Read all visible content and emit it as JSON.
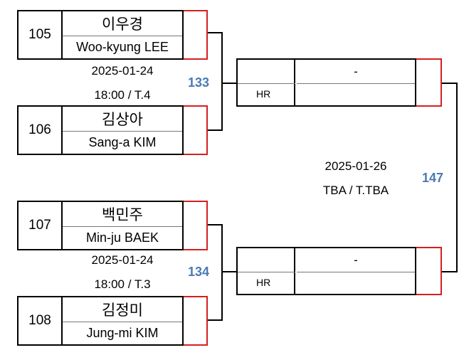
{
  "round1": {
    "top": {
      "info_date": "2025-01-24",
      "info_time": "18:00 / T.4",
      "match_no": "133",
      "players": [
        {
          "seed": "105",
          "name_kr": "이우경",
          "name_en": "Woo-kyung LEE"
        },
        {
          "seed": "106",
          "name_kr": "김상아",
          "name_en": "Sang-a KIM"
        }
      ]
    },
    "bottom": {
      "info_date": "2025-01-24",
      "info_time": "18:00 / T.3",
      "match_no": "134",
      "players": [
        {
          "seed": "107",
          "name_kr": "백민주",
          "name_en": "Min-ju BAEK"
        },
        {
          "seed": "108",
          "name_kr": "김정미",
          "name_en": "Jung-mi KIM"
        }
      ]
    }
  },
  "round2": {
    "info_date": "2025-01-26",
    "info_time": "TBA / T.TBA",
    "match_no": "147",
    "slots": [
      {
        "seed_label": "HR",
        "name": "-"
      },
      {
        "seed_label": "HR",
        "name": "-"
      }
    ]
  }
}
